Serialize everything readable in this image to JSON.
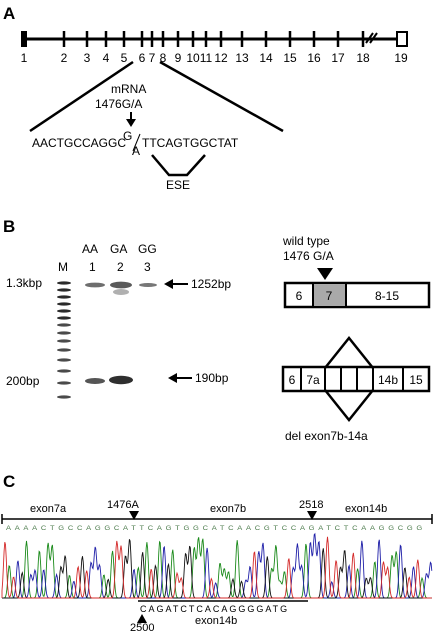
{
  "panels": {
    "a": {
      "letter": "A",
      "exons": [
        "1",
        "2",
        "3",
        "4",
        "5",
        "6",
        "7",
        "8",
        "9",
        "10",
        "11",
        "12",
        "13",
        "14",
        "15",
        "16",
        "17",
        "18",
        "19"
      ],
      "mrna_label_line1": "mRNA",
      "mrna_label_line2": "1476G/A",
      "seq_left": "AACTGCCAGGC",
      "seq_g": "G",
      "seq_a": "A",
      "seq_right": "TTCAGTGGCTAT",
      "ese": "ESE"
    },
    "b": {
      "letter": "B",
      "lane_genotypes": [
        "AA",
        "GA",
        "GG"
      ],
      "lane_numbers": [
        "M",
        "1",
        "2",
        "3"
      ],
      "size_upper": "1.3kbp",
      "size_lower": "200bp",
      "band_upper": "1252bp",
      "band_lower": "190bp",
      "wt_title_line1": "wild type",
      "wt_title_line2": "1476 G/A",
      "wt_boxes": [
        "6",
        "7",
        "8-15"
      ],
      "del_boxes": [
        "6",
        "7a",
        "14b",
        "15"
      ],
      "del_title": "del exon7b-14a"
    },
    "c": {
      "letter": "C",
      "seg_labels": [
        "exon7a",
        "exon7b",
        "exon14b"
      ],
      "pos_1476": "1476A",
      "pos_2518": "2518",
      "bottom_seq": "CAGATCTCACAGGGGATG",
      "bottom_label": "exon14b",
      "pos_2500": "2500",
      "trace_seq": "AAAACTGCCAGGCATTCAGTGGCATCAACGTCCAGATCTCAAGGCGG"
    }
  }
}
